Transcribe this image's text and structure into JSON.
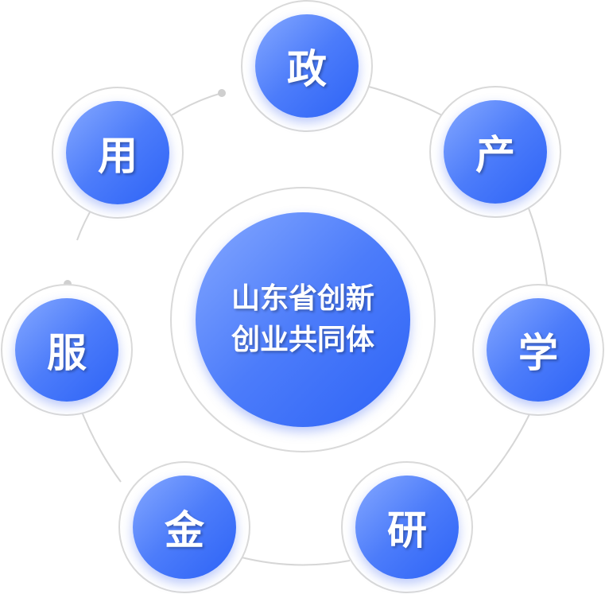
{
  "center": {
    "line1": "山东省创新",
    "line2": "创业共同体"
  },
  "nodes": [
    "政",
    "产",
    "学",
    "研",
    "金",
    "服",
    "用"
  ],
  "colors": {
    "gradient_start": "#85a8ff",
    "gradient_end": "#2d63f7",
    "ring": "#d9d9d9"
  }
}
